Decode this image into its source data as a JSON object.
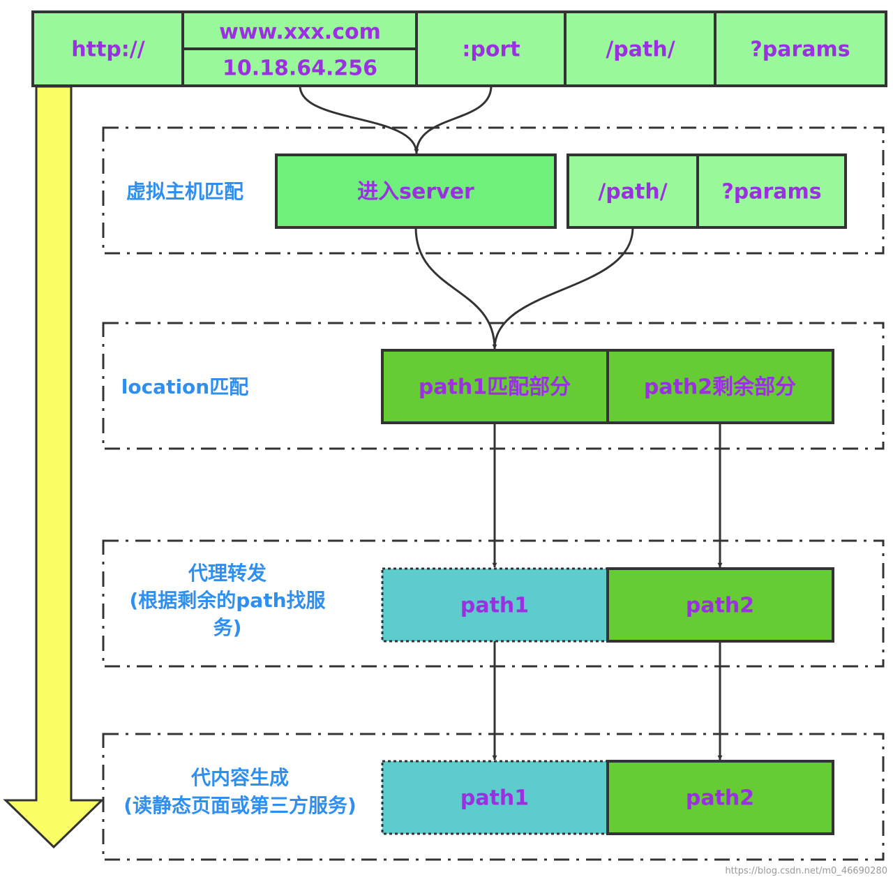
{
  "url_bar": {
    "protocol": "http://",
    "domain": "www.xxx.com",
    "ip": "10.18.64.256",
    "port": ":port",
    "path": "/path/",
    "params": "?params"
  },
  "stages": {
    "virtual_host": {
      "label": "虚拟主机匹配",
      "server_box": "进入server",
      "path_box": "/path/",
      "params_box": "?params"
    },
    "location": {
      "label": "location匹配",
      "path1_box": "path1匹配部分",
      "path2_box": "path2剩余部分"
    },
    "proxy": {
      "label_lines": [
        "代理转发",
        "(根据剩余的path找服",
        "务)"
      ],
      "path1_box": "path1",
      "path2_box": "path2"
    },
    "generate": {
      "label_lines": [
        "代内容生成",
        "(读静态页面或第三方服务)"
      ],
      "path1_box": "path1",
      "path2_box": "path2"
    }
  },
  "watermark": "https://blog.csdn.net/m0_46690280",
  "colors": {
    "light_green": "#99f99a",
    "mid_green": "#6ef07a",
    "dark_green": "#66cc33",
    "cyan": "#5ccccc",
    "yellow": "#faff66",
    "text_purple": "#9b30e0",
    "label_blue": "#2f8ff0",
    "stroke": "#333333"
  }
}
